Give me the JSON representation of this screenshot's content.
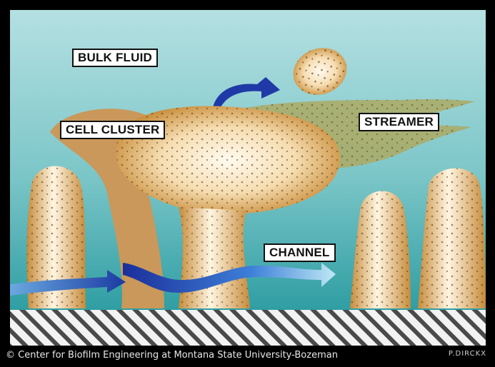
{
  "labels": {
    "bulk_fluid": "BULK FLUID",
    "cell_cluster": "CELL CLUSTER",
    "streamer": "STREAMER",
    "channel": "CHANNEL"
  },
  "footer": {
    "copyright_symbol": "©",
    "credit": "Center for Biofilm Engineering at Montana State University-Bozeman",
    "signature": "P.DIRCKX"
  },
  "colors": {
    "fluid_top": "#a9d9dc",
    "fluid_bottom": "#3aa3a6",
    "biofilm": "#d9a85a",
    "biofilm_light": "#fff4dc",
    "streamer": "#a8ad6a",
    "arrow": "#1f3fa8",
    "substratum_stripe": "#444444"
  }
}
